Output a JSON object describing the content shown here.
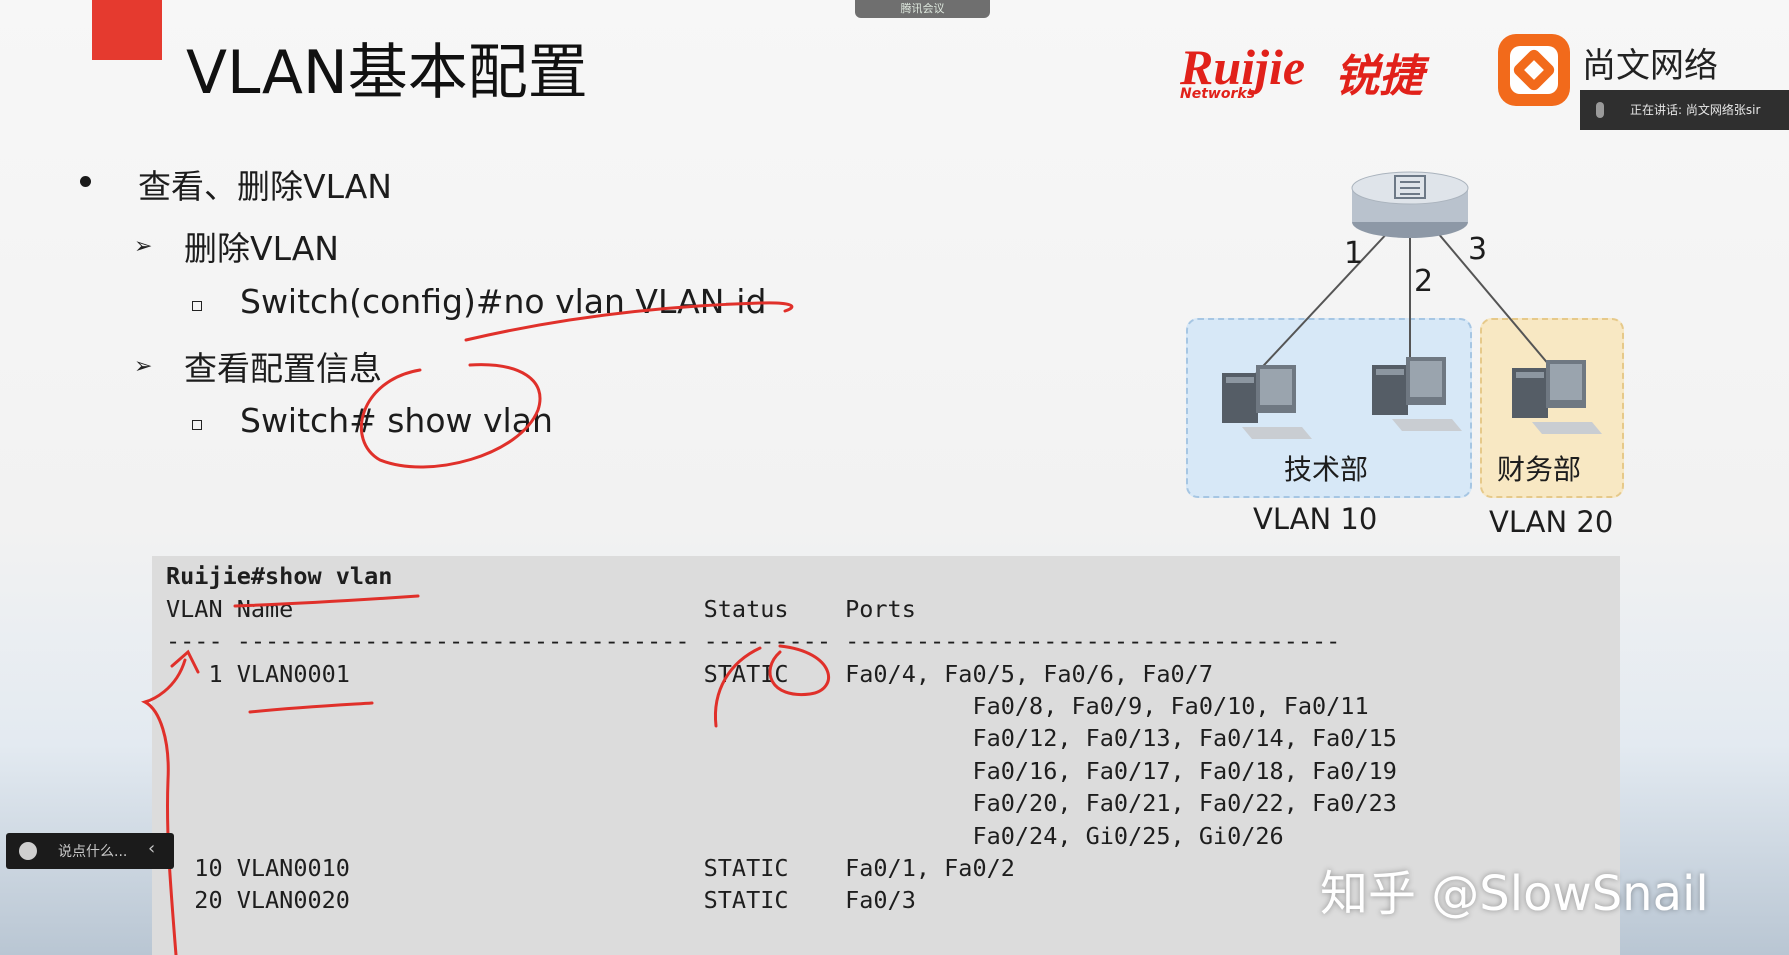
{
  "meeting": {
    "top_pill_label": "腾讯会议",
    "speaker_banner": "正在讲话: 尚文网络张sir",
    "chat_placeholder": "说点什么...",
    "chat_chevron": "‹"
  },
  "slide": {
    "title": "VLAN基本配置",
    "logos": {
      "ruijie_latin": "Ruijie",
      "ruijie_cn": "锐捷",
      "ruijie_networks": "Networks",
      "partner_name": "尚文网络"
    },
    "bullets": {
      "level1": "查看、删除VLAN",
      "delete_heading": "删除VLAN",
      "delete_command": "Switch(config)#no vlan VLAN-id",
      "view_heading": "查看配置信息",
      "view_command": "Switch#  show vlan"
    },
    "diagram": {
      "port_labels": [
        "1",
        "2",
        "3"
      ],
      "dept_tech": "技术部",
      "dept_finance": "财务部",
      "vlan10": "VLAN 10",
      "vlan20": "VLAN 20"
    },
    "terminal": {
      "command": "Ruijie#show vlan",
      "header": "VLAN Name                             Status    Ports",
      "separator": "---- -------------------------------- --------- -----------------------------------",
      "rows": [
        "   1 VLAN0001                         STATIC    Fa0/4, Fa0/5, Fa0/6, Fa0/7",
        "                                                         Fa0/8, Fa0/9, Fa0/10, Fa0/11",
        "                                                         Fa0/12, Fa0/13, Fa0/14, Fa0/15",
        "                                                         Fa0/16, Fa0/17, Fa0/18, Fa0/19",
        "                                                         Fa0/20, Fa0/21, Fa0/22, Fa0/23",
        "                                                         Fa0/24, Gi0/25, Gi0/26",
        "  10 VLAN0010                         STATIC    Fa0/1, Fa0/2",
        "  20 VLAN0020                         STATIC    Fa0/3"
      ]
    }
  },
  "watermark": "知乎 @SlowSnail",
  "colors": {
    "accent_red": "#e53a2f",
    "ruijie_red": "#e1211a",
    "annotation_red": "#e0302a",
    "vlan10_fill": "#d7e8f7",
    "vlan20_fill": "#f8e8c3",
    "terminal_bg": "#dcdcdc"
  },
  "icons": [
    "switch-icon",
    "computer-icon",
    "shangwen-logo-icon",
    "mic-icon",
    "chat-face-icon"
  ]
}
